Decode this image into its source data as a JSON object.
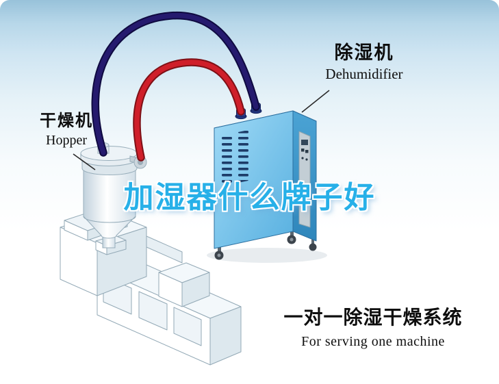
{
  "illustration": {
    "dehumidifier": {
      "label_cn": "除湿机",
      "label_en": "Dehumidifier"
    },
    "hopper": {
      "label_cn": "干燥机",
      "label_en": "Hopper"
    },
    "watermark_text": "加湿器什么牌子好",
    "caption": {
      "line_cn": "一对一除湿干燥系统",
      "line_en": "For serving one machine"
    }
  },
  "colors": {
    "background_sky": "#a9cfe4",
    "dehumidifier_front": "#79c3ea",
    "dehumidifier_side": "#3f94c8",
    "dehumidifier_top": "#a7d9f2",
    "pipe_red": "#cf1f2a",
    "pipe_navy": "#251a6e",
    "watermark": "#27b0e8",
    "label_text": "#111111"
  }
}
